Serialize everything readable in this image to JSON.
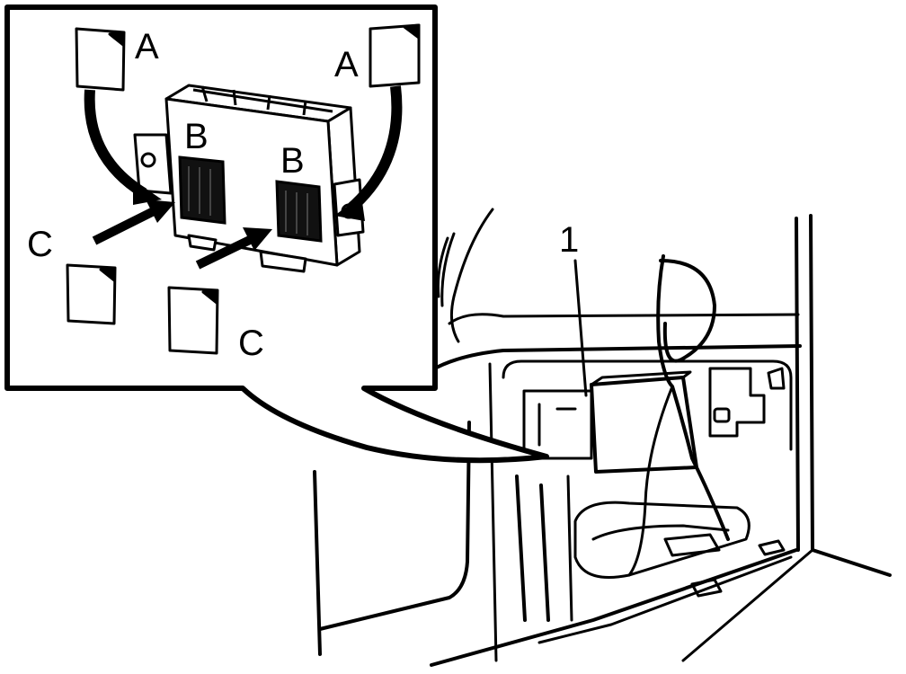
{
  "callouts": {
    "a_left": "A",
    "a_right": "A",
    "b_left": "B",
    "b_right": "B",
    "c_left": "C",
    "c_bottom": "C",
    "item_1": "1"
  },
  "colors": {
    "ink": "#000000",
    "paper": "#ffffff",
    "shade": "#1a1a1a"
  }
}
